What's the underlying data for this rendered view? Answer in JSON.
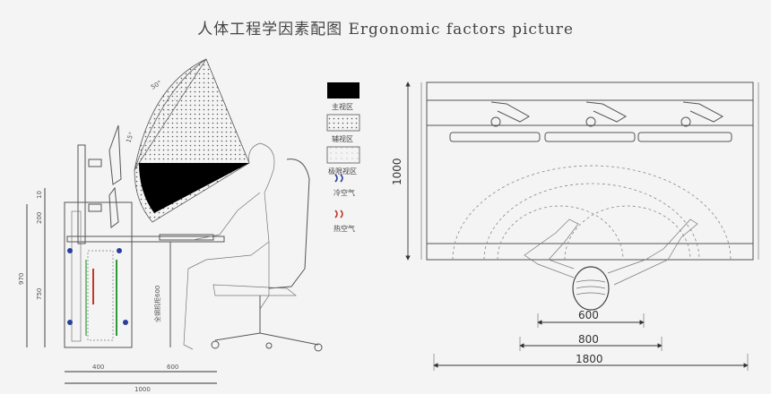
{
  "title": "人体工程学因素配图   Ergonomic factors picture",
  "legend": {
    "main_view": "主视区",
    "aux_view": "辅视区",
    "limit_view": "极限视区",
    "cold_air": "冷空气",
    "hot_air": "热空气"
  },
  "side_view": {
    "angle_top": "50°",
    "angle_mid": "15°",
    "dim_height_total": "970",
    "dim_monitor": "10",
    "dim_upper": "200",
    "dim_desk": "750",
    "dim_cabinet_depth": "400",
    "dim_knee": "600",
    "dim_total_depth": "1000",
    "cabinet_label": "全钢机柜600"
  },
  "plan_view": {
    "dim_depth": "1000",
    "dim_600": "600",
    "dim_800": "800",
    "dim_1800": "1800"
  },
  "colors": {
    "cold_air": "#2a3f9a",
    "hot_air": "#c0392b",
    "green": "#2e9a3a"
  }
}
